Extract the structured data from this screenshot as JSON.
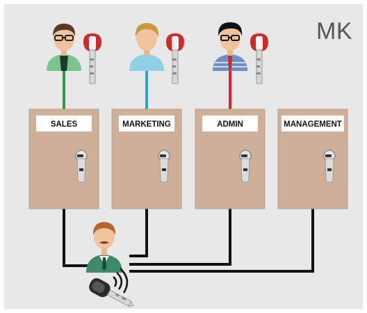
{
  "system_label": "MK",
  "doors": [
    {
      "label": "SALES",
      "line_color": "#2e9a44"
    },
    {
      "label": "MARKETING",
      "line_color": "#2aa0d8"
    },
    {
      "label": "ADMIN",
      "line_color": "#d9232d"
    },
    {
      "label": "MANAGEMENT",
      "line_color": null
    }
  ],
  "users": [
    {
      "icon": "sales-person-icon",
      "shirt": "#7cc48e"
    },
    {
      "icon": "marketing-person-icon",
      "shirt": "#8fd0e4"
    },
    {
      "icon": "admin-person-icon",
      "shirt": "#6d8fc8"
    }
  ],
  "master": {
    "icon": "manager-person-icon",
    "shirt": "#3f8a6a",
    "key_icon": "master-key-icon"
  },
  "colors": {
    "background": "#e8e8e8",
    "door": "#ceb09a",
    "door_edge": "#b99b85",
    "key_red": "#cf2a2a",
    "master_line": "#111111"
  }
}
